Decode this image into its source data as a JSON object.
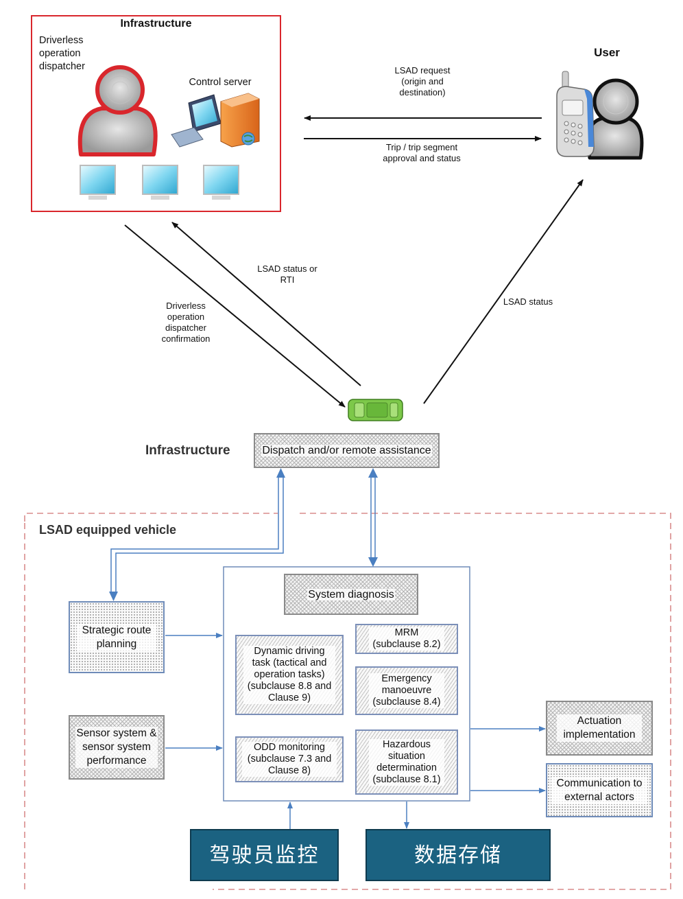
{
  "top": {
    "infrastructure_title": "Infrastructure",
    "dispatcher_label": "Driverless operation dispatcher",
    "control_server_label": "Control server",
    "user_label": "User"
  },
  "arrows": {
    "lsad_request": "LSAD request (origin and destination)",
    "trip_approval": "Trip / trip segment approval and status",
    "status_or_rti": "LSAD status or RTI",
    "dispatcher_confirmation": "Driverless operation dispatcher confirmation",
    "lsad_status": "LSAD status"
  },
  "middle": {
    "infrastructure_label": "Infrastructure",
    "dispatch_box": "Dispatch and/or remote assistance"
  },
  "vehicle": {
    "title": "LSAD equipped vehicle",
    "system_diagnosis": "System diagnosis",
    "strategic_route": "Strategic route planning",
    "sensor_system": "Sensor system & sensor system performance",
    "ddt": "Dynamic driving task (tactical and operation tasks) (subclause 8.8 and Clause 9)",
    "mrm": "MRM (subclause 8.2)",
    "emergency": "Emergency manoeuvre (subclause 8.4)",
    "odd": "ODD monitoring (subclause 7.3 and Clause 8)",
    "hazard": "Hazardous situation determination (subclause 8.1)",
    "actuation": "Actuation implementation",
    "communication": "Communication to external actors",
    "driver_monitor": "驾驶员监控",
    "data_storage": "数据存储"
  },
  "colors": {
    "infrastructure_border": "#d9262c",
    "vehicle_dashed_border": "#d98b8b",
    "connector_blue": "#4a7fc1",
    "dark_box": "#1b6281"
  },
  "icons": [
    "person-icon",
    "computer-icon",
    "server-icon",
    "monitor-icon",
    "phone-icon",
    "car-icon"
  ]
}
